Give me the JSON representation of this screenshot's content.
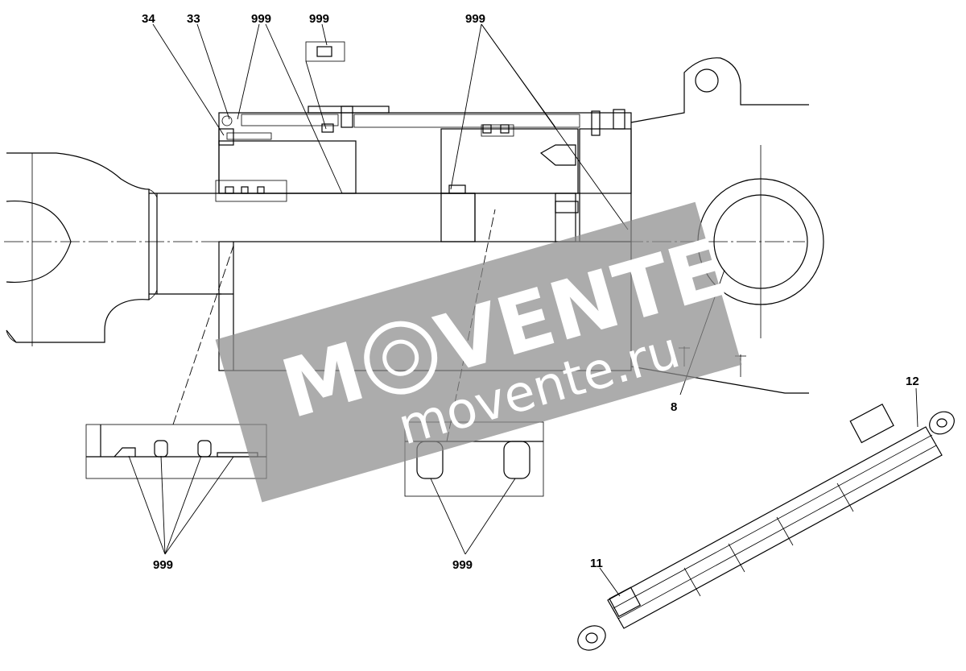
{
  "callouts": {
    "c34": "34",
    "c33": "33",
    "c999_top_a": "999",
    "c999_top_b": "999",
    "c999_top_c": "999",
    "c999_bottom_left": "999",
    "c999_bottom_mid": "999",
    "c8": "8",
    "c11": "11",
    "c12": "12"
  },
  "watermark": {
    "brand": "VENTE",
    "brand_prefix": "M",
    "site": "movente.ru",
    "color": "#8c8c8c"
  }
}
